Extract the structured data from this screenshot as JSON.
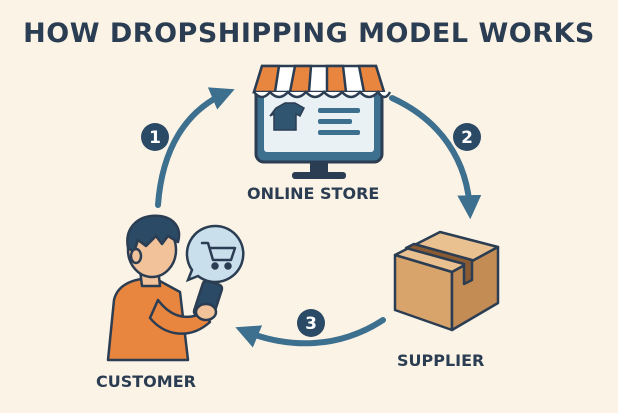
{
  "title": "HOW DROPSHIPPING MODEL WORKS",
  "nodes": {
    "online_store": {
      "label": "ONLINE STORE",
      "icon": "online-store-icon"
    },
    "supplier": {
      "label": "SUPPLIER",
      "icon": "package-box-icon"
    },
    "customer": {
      "label": "CUSTOMER",
      "icon": "customer-with-phone-icon"
    }
  },
  "steps": [
    {
      "number": "1",
      "from": "customer",
      "to": "online_store"
    },
    {
      "number": "2",
      "from": "online_store",
      "to": "supplier"
    },
    {
      "number": "3",
      "from": "supplier",
      "to": "customer"
    }
  ],
  "colors": {
    "background": "#fbf3e6",
    "title": "#2b3d52",
    "arrow": "#3d6f8e",
    "awning_orange": "#e8853f",
    "box": "#dcae78",
    "shirt": "#2f5570",
    "customer_shirt": "#e8853f"
  }
}
